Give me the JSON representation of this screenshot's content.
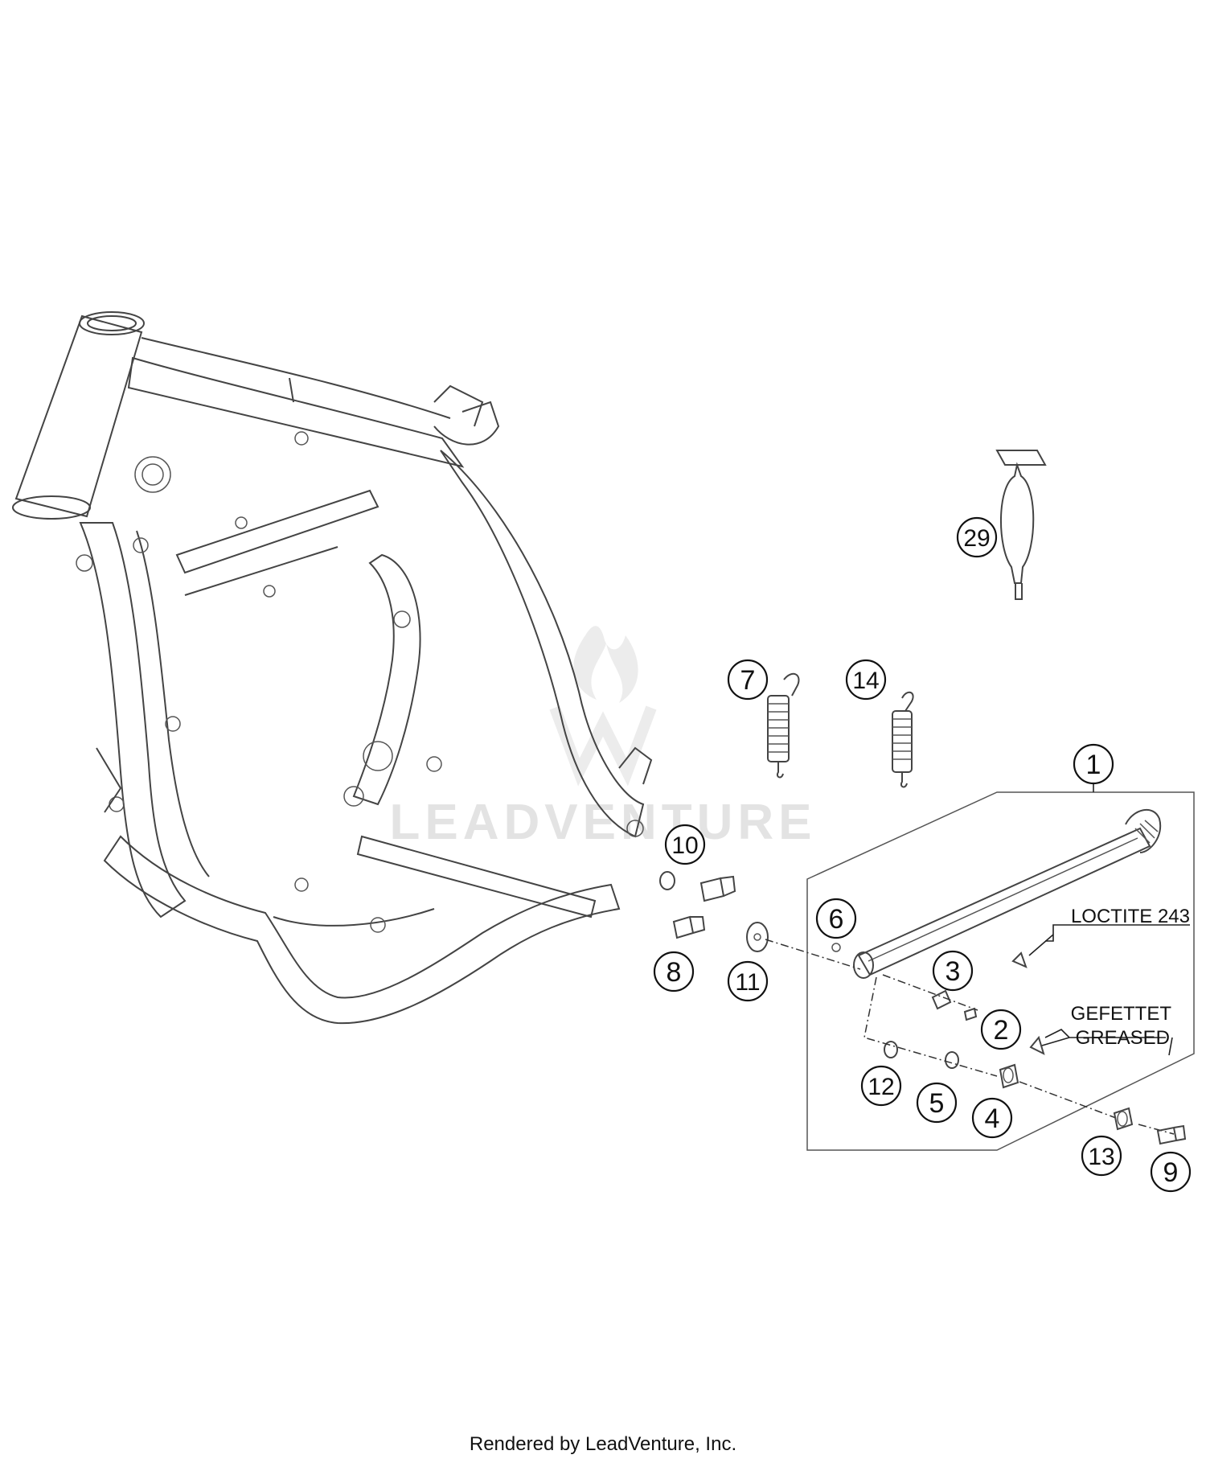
{
  "diagram": {
    "watermark": "LEADVENTURE",
    "callouts": [
      "1",
      "2",
      "3",
      "4",
      "5",
      "6",
      "7",
      "8",
      "9",
      "10",
      "11",
      "12",
      "13",
      "14",
      "29"
    ],
    "notes": {
      "loctite": "LOCTITE 243",
      "greased_de": "GEFETTET",
      "greased_en": "GREASED"
    }
  },
  "footer": {
    "credit": "Rendered by LeadVenture, Inc."
  }
}
